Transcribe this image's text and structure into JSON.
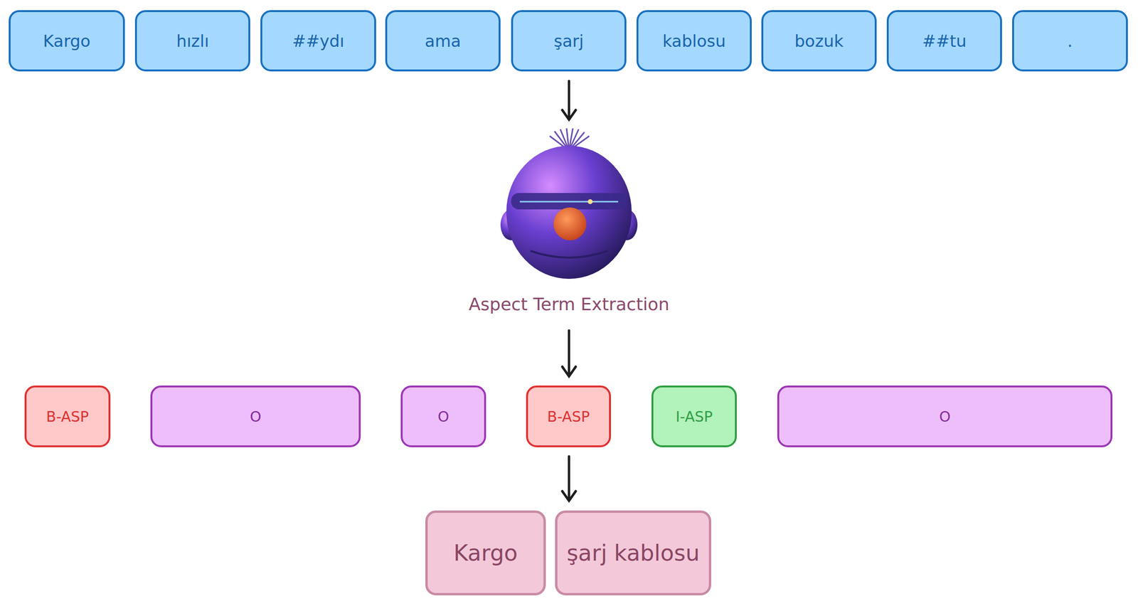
{
  "diagram": {
    "nodes": [
      {
        "text": [
          "Kargo"
        ]
      },
      {
        "text": [
          "hızlı"
        ]
      },
      {
        "text": [
          "##ydı"
        ]
      },
      {
        "text": [
          "ama"
        ]
      },
      {
        "text": [
          "şarj"
        ]
      },
      {
        "text": [
          "kablosu"
        ]
      },
      {
        "text": [
          "bozuk"
        ]
      },
      {
        "text": [
          "##tu"
        ]
      },
      {
        "text": [
          "."
        ]
      },
      {
        "text": [
          "B-ASP"
        ]
      },
      {
        "text": [
          "O"
        ]
      },
      {
        "text": [
          "O"
        ]
      },
      {
        "text": [
          "B-ASP"
        ]
      },
      {
        "text": [
          "I-ASP"
        ]
      },
      {
        "text": [
          "O"
        ]
      },
      {
        "text": [
          "Kargo"
        ]
      },
      {
        "text": [
          "şarj kablosu"
        ]
      }
    ],
    "labels": [
      "Aspect Term Extraction"
    ]
  }
}
